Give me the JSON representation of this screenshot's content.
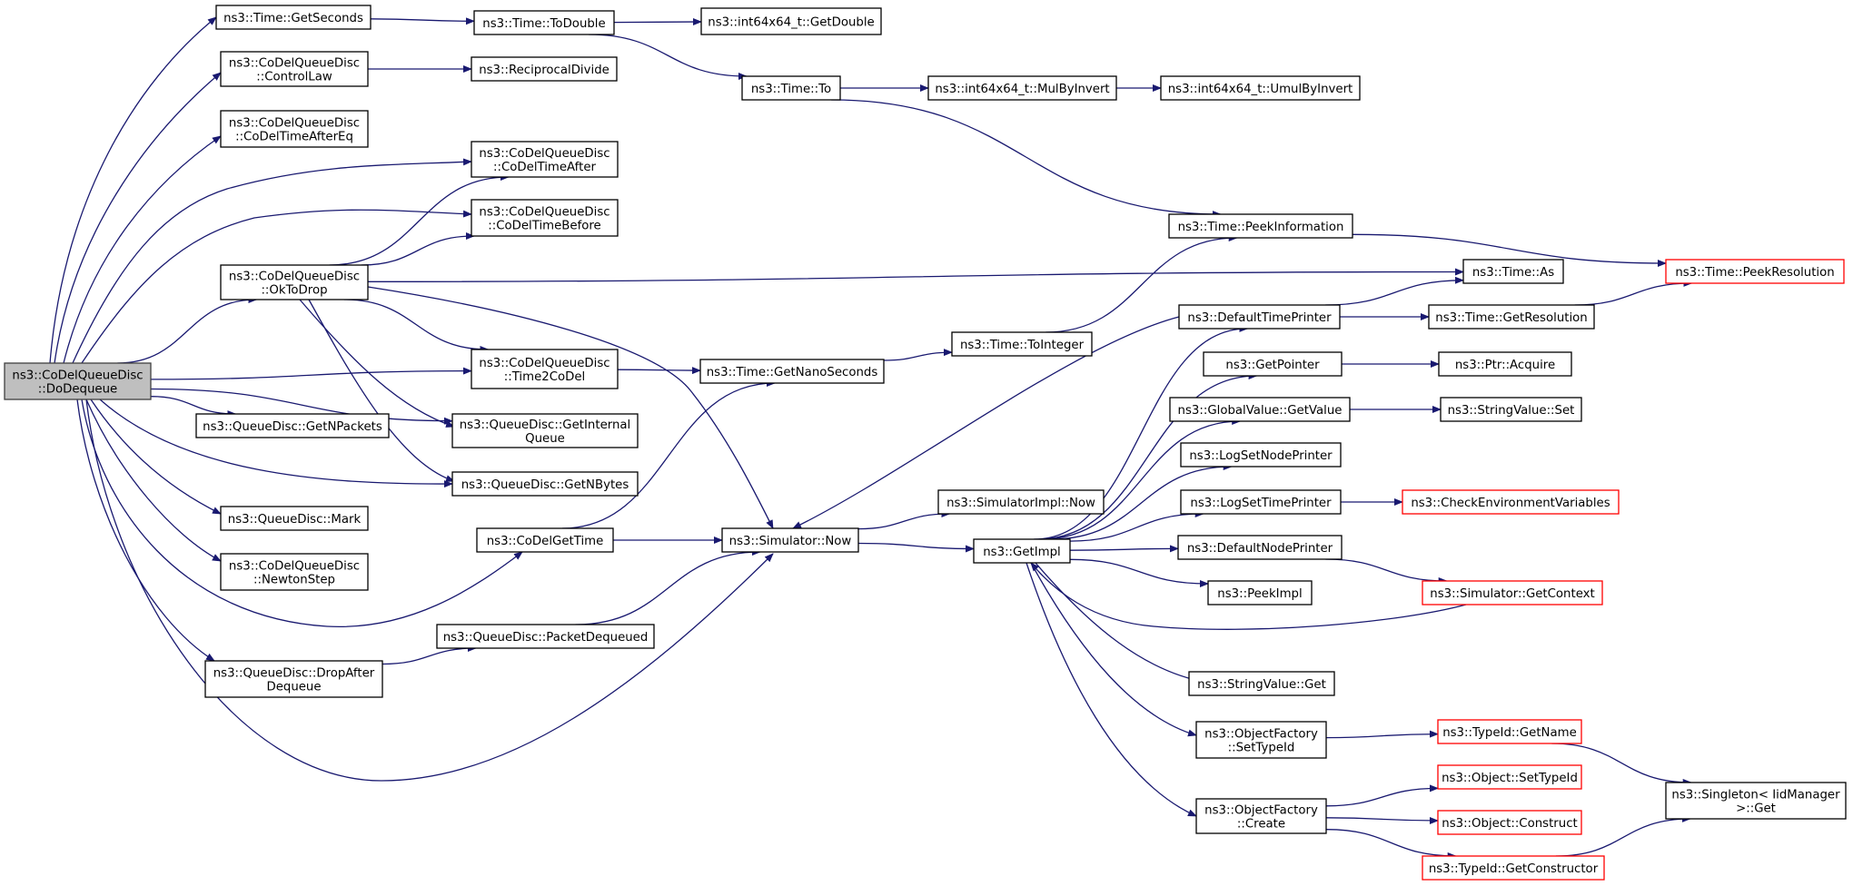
{
  "colors": {
    "edge": "#191970",
    "node_border": "#000000",
    "truncated_border": "#ff0000",
    "root_fill": "#bfbfbf"
  },
  "nodes": [
    {
      "id": "dodequeue",
      "label": [
        "ns3::CoDelQueueDisc",
        "::DoDequeue"
      ],
      "style": "root"
    },
    {
      "id": "getseconds",
      "label": [
        "ns3::Time::GetSeconds"
      ]
    },
    {
      "id": "todouble",
      "label": [
        "ns3::Time::ToDouble"
      ]
    },
    {
      "id": "getdouble",
      "label": [
        "ns3::int64x64_t::GetDouble"
      ]
    },
    {
      "id": "controllaw",
      "label": [
        "ns3::CoDelQueueDisc",
        "::ControlLaw"
      ]
    },
    {
      "id": "reciprocaldivide",
      "label": [
        "ns3::ReciprocalDivide"
      ]
    },
    {
      "id": "timeto",
      "label": [
        "ns3::Time::To"
      ]
    },
    {
      "id": "mulbyinvert",
      "label": [
        "ns3::int64x64_t::MulByInvert"
      ]
    },
    {
      "id": "umulbyinvert",
      "label": [
        "ns3::int64x64_t::UmulByInvert"
      ]
    },
    {
      "id": "timeaftereq",
      "label": [
        "ns3::CoDelQueueDisc",
        "::CoDelTimeAfterEq"
      ]
    },
    {
      "id": "timeafter",
      "label": [
        "ns3::CoDelQueueDisc",
        "::CoDelTimeAfter"
      ]
    },
    {
      "id": "timebefore",
      "label": [
        "ns3::CoDelQueueDisc",
        "::CoDelTimeBefore"
      ]
    },
    {
      "id": "peekinformation",
      "label": [
        "ns3::Time::PeekInformation"
      ]
    },
    {
      "id": "peekresolution",
      "label": [
        "ns3::Time::PeekResolution"
      ],
      "style": "red"
    },
    {
      "id": "oktodrop",
      "label": [
        "ns3::CoDelQueueDisc",
        "::OkToDrop"
      ]
    },
    {
      "id": "timeas",
      "label": [
        "ns3::Time::As"
      ]
    },
    {
      "id": "defaulttimeprinter",
      "label": [
        "ns3::DefaultTimePrinter"
      ]
    },
    {
      "id": "getresolution",
      "label": [
        "ns3::Time::GetResolution"
      ]
    },
    {
      "id": "tointeger",
      "label": [
        "ns3::Time::ToInteger"
      ]
    },
    {
      "id": "time2codel",
      "label": [
        "ns3::CoDelQueueDisc",
        "::Time2CoDel"
      ]
    },
    {
      "id": "getnanoseconds",
      "label": [
        "ns3::Time::GetNanoSeconds"
      ]
    },
    {
      "id": "getpointer",
      "label": [
        "ns3::GetPointer"
      ]
    },
    {
      "id": "ptracquire",
      "label": [
        "ns3::Ptr::Acquire"
      ]
    },
    {
      "id": "getnpackets",
      "label": [
        "ns3::QueueDisc::GetNPackets"
      ]
    },
    {
      "id": "getinternalqueue",
      "label": [
        "ns3::QueueDisc::GetInternal",
        "Queue"
      ]
    },
    {
      "id": "globalgetvalue",
      "label": [
        "ns3::GlobalValue::GetValue"
      ]
    },
    {
      "id": "stringvalueset",
      "label": [
        "ns3::StringValue::Set"
      ]
    },
    {
      "id": "logsetnodeprinter",
      "label": [
        "ns3::LogSetNodePrinter"
      ]
    },
    {
      "id": "getnbytes",
      "label": [
        "ns3::QueueDisc::GetNBytes"
      ]
    },
    {
      "id": "logsettimeprinter",
      "label": [
        "ns3::LogSetTimePrinter"
      ]
    },
    {
      "id": "checkenv",
      "label": [
        "ns3::CheckEnvironmentVariables"
      ],
      "style": "red"
    },
    {
      "id": "simimplnow",
      "label": [
        "ns3::SimulatorImpl::Now"
      ]
    },
    {
      "id": "mark",
      "label": [
        "ns3::QueueDisc::Mark"
      ]
    },
    {
      "id": "codelgettime",
      "label": [
        "ns3::CoDelGetTime"
      ]
    },
    {
      "id": "simnow",
      "label": [
        "ns3::Simulator::Now"
      ]
    },
    {
      "id": "getimpl",
      "label": [
        "ns3::GetImpl"
      ]
    },
    {
      "id": "defaultnodeprinter",
      "label": [
        "ns3::DefaultNodePrinter"
      ]
    },
    {
      "id": "newtonstep",
      "label": [
        "ns3::CoDelQueueDisc",
        "::NewtonStep"
      ]
    },
    {
      "id": "peekimpl",
      "label": [
        "ns3::PeekImpl"
      ]
    },
    {
      "id": "getcontext",
      "label": [
        "ns3::Simulator::GetContext"
      ],
      "style": "red"
    },
    {
      "id": "packetdequeued",
      "label": [
        "ns3::QueueDisc::PacketDequeued"
      ]
    },
    {
      "id": "dropafterdequeue",
      "label": [
        "ns3::QueueDisc::DropAfter",
        "Dequeue"
      ]
    },
    {
      "id": "stringvalueget",
      "label": [
        "ns3::StringValue::Get"
      ]
    },
    {
      "id": "settypeid",
      "label": [
        "ns3::ObjectFactory",
        "::SetTypeId"
      ]
    },
    {
      "id": "typeidgetname",
      "label": [
        "ns3::TypeId::GetName"
      ],
      "style": "red"
    },
    {
      "id": "singletonget",
      "label": [
        "ns3::Singleton< IidManager",
        " >::Get"
      ]
    },
    {
      "id": "objectsettypeid",
      "label": [
        "ns3::Object::SetTypeId"
      ],
      "style": "red"
    },
    {
      "id": "factorycreate",
      "label": [
        "ns3::ObjectFactory",
        "::Create"
      ]
    },
    {
      "id": "objectconstruct",
      "label": [
        "ns3::Object::Construct"
      ],
      "style": "red"
    },
    {
      "id": "getconstructor",
      "label": [
        "ns3::TypeId::GetConstructor"
      ],
      "style": "red"
    }
  ],
  "edges": [
    [
      "dodequeue",
      "getseconds"
    ],
    [
      "dodequeue",
      "controllaw"
    ],
    [
      "dodequeue",
      "timeaftereq"
    ],
    [
      "dodequeue",
      "timeafter"
    ],
    [
      "dodequeue",
      "timebefore"
    ],
    [
      "dodequeue",
      "oktodrop"
    ],
    [
      "dodequeue",
      "time2codel"
    ],
    [
      "dodequeue",
      "getinternalqueue"
    ],
    [
      "dodequeue",
      "getnpackets"
    ],
    [
      "dodequeue",
      "getnbytes"
    ],
    [
      "dodequeue",
      "mark"
    ],
    [
      "dodequeue",
      "newtonstep"
    ],
    [
      "dodequeue",
      "codelgettime"
    ],
    [
      "dodequeue",
      "dropafterdequeue"
    ],
    [
      "dodequeue",
      "simnow"
    ],
    [
      "getseconds",
      "todouble"
    ],
    [
      "todouble",
      "getdouble"
    ],
    [
      "todouble",
      "timeto"
    ],
    [
      "controllaw",
      "reciprocaldivide"
    ],
    [
      "timeto",
      "mulbyinvert"
    ],
    [
      "mulbyinvert",
      "umulbyinvert"
    ],
    [
      "timeto",
      "peekinformation"
    ],
    [
      "peekinformation",
      "peekresolution"
    ],
    [
      "oktodrop",
      "timeafter"
    ],
    [
      "oktodrop",
      "timebefore"
    ],
    [
      "oktodrop",
      "timeas"
    ],
    [
      "oktodrop",
      "time2codel"
    ],
    [
      "oktodrop",
      "getinternalqueue"
    ],
    [
      "oktodrop",
      "getnbytes"
    ],
    [
      "oktodrop",
      "simnow"
    ],
    [
      "time2codel",
      "getnanoseconds"
    ],
    [
      "getnanoseconds",
      "tointeger"
    ],
    [
      "tointeger",
      "peekinformation"
    ],
    [
      "codelgettime",
      "getnanoseconds"
    ],
    [
      "codelgettime",
      "simnow"
    ],
    [
      "dropafterdequeue",
      "packetdequeued"
    ],
    [
      "packetdequeued",
      "simnow"
    ],
    [
      "simnow",
      "simimplnow"
    ],
    [
      "simnow",
      "getimpl"
    ],
    [
      "defaulttimeprinter",
      "timeas"
    ],
    [
      "defaulttimeprinter",
      "getresolution"
    ],
    [
      "defaulttimeprinter",
      "simnow"
    ],
    [
      "getresolution",
      "peekresolution"
    ],
    [
      "getimpl",
      "defaulttimeprinter"
    ],
    [
      "getimpl",
      "getpointer"
    ],
    [
      "getimpl",
      "globalgetvalue"
    ],
    [
      "getimpl",
      "logsetnodeprinter"
    ],
    [
      "getimpl",
      "logsettimeprinter"
    ],
    [
      "getimpl",
      "defaultnodeprinter"
    ],
    [
      "getimpl",
      "peekimpl"
    ],
    [
      "getimpl",
      "stringvalueget"
    ],
    [
      "getimpl",
      "settypeid"
    ],
    [
      "getimpl",
      "factorycreate"
    ],
    [
      "getpointer",
      "ptracquire"
    ],
    [
      "globalgetvalue",
      "stringvalueset"
    ],
    [
      "logsettimeprinter",
      "checkenv"
    ],
    [
      "defaultnodeprinter",
      "getcontext"
    ],
    [
      "getcontext",
      "getimpl"
    ],
    [
      "settypeid",
      "typeidgetname"
    ],
    [
      "typeidgetname",
      "singletonget"
    ],
    [
      "factorycreate",
      "objectsettypeid"
    ],
    [
      "factorycreate",
      "objectconstruct"
    ],
    [
      "factorycreate",
      "getconstructor"
    ],
    [
      "getconstructor",
      "singletonget"
    ]
  ]
}
